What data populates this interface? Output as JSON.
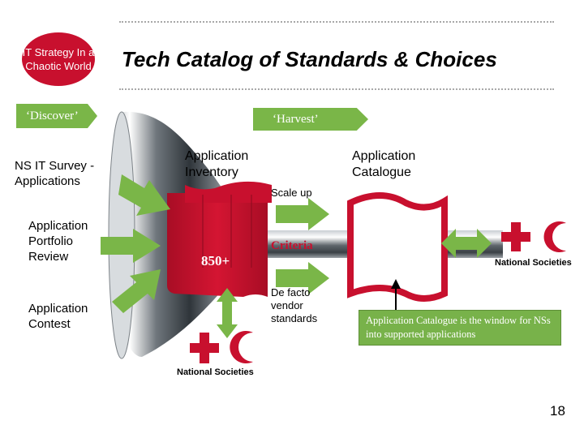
{
  "slide": {
    "badge_text": "IT Strategy In a Chaotic World",
    "title": "Tech Catalog of Standards & Choices",
    "discover_tag": "‘Discover’",
    "harvest_tag": "‘Harvest’",
    "left_labels": {
      "survey": "NS IT Survey - Applications",
      "portfolio": "Application Portfolio Review",
      "contest": "Application Contest"
    },
    "inventory_label": "Application Inventory",
    "catalogue_label": "Application Catalogue",
    "scale_up": "Scale up",
    "inventory_count": "850+",
    "criteria": "Criteria",
    "defacto": "De facto vendor standards",
    "ns_right": "National Societies",
    "ns_bottom": "National Societies",
    "note": "Application Catalogue is the window for NSs into supported applications",
    "page_number": "18"
  },
  "colors": {
    "red": "#c8102e",
    "green": "#7ab648"
  },
  "icons": [
    "red-cross-red-crescent-icon",
    "red-cross-red-crescent-icon"
  ]
}
